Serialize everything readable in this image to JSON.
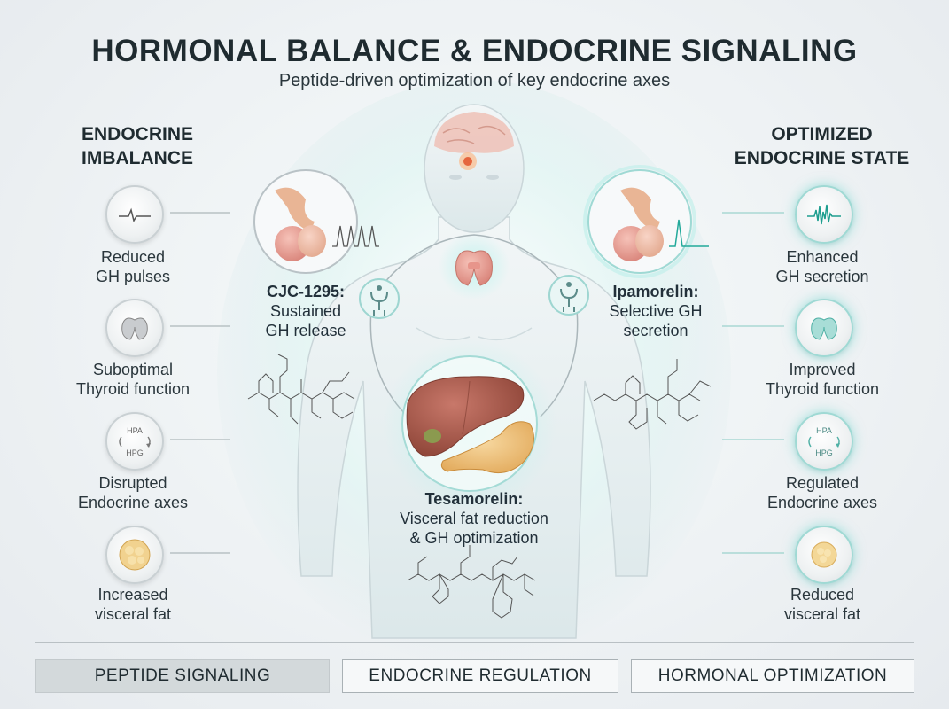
{
  "title": "HORMONAL BALANCE & ENDOCRINE SIGNALING",
  "subtitle": "Peptide-driven optimization of key endocrine axes",
  "left": {
    "heading": [
      "ENDOCRINE",
      "IMBALANCE"
    ],
    "items": [
      {
        "icon": "flat-pulse-icon",
        "label": [
          "Reduced",
          "GH pulses"
        ]
      },
      {
        "icon": "thyroid-icon",
        "label": [
          "Suboptimal",
          "Thyroid function"
        ]
      },
      {
        "icon": "hpa-hpg-axis-icon",
        "label": [
          "Disrupted",
          "Endocrine axes"
        ]
      },
      {
        "icon": "fat-cell-icon",
        "label": [
          "Increased",
          "visceral fat"
        ]
      }
    ]
  },
  "right": {
    "heading": [
      "OPTIMIZED",
      "ENDOCRINE STATE"
    ],
    "items": [
      {
        "icon": "spiky-pulse-icon",
        "label": [
          "Enhanced",
          "GH secretion"
        ]
      },
      {
        "icon": "thyroid-icon",
        "label": [
          "Improved",
          "Thyroid function"
        ]
      },
      {
        "icon": "hpa-hpg-axis-icon",
        "label": [
          "Regulated",
          "Endocrine axes"
        ]
      },
      {
        "icon": "fat-cell-icon",
        "label": [
          "Reduced",
          "visceral fat"
        ]
      }
    ]
  },
  "axis_labels": {
    "top": "HPA",
    "bottom": "HPG"
  },
  "peptides": [
    {
      "name": "CJC-1295:",
      "desc": [
        "Sustained",
        "GH release"
      ]
    },
    {
      "name": "Ipamorelin:",
      "desc": [
        "Selective GH",
        "secretion"
      ]
    },
    {
      "name": "Tesamorelin:",
      "desc": [
        "Visceral fat reduction",
        "& GH optimization"
      ]
    }
  ],
  "tabs": [
    {
      "label": "PEPTIDE SIGNALING",
      "active": true
    },
    {
      "label": "ENDOCRINE REGULATION",
      "active": false
    },
    {
      "label": "HORMONAL OPTIMIZATION",
      "active": false
    }
  ],
  "colors": {
    "teal_glow": "#7fe0d6",
    "gland": "#e8a49a",
    "liver": "#a8594a",
    "pancreas": "#f1c27a"
  }
}
